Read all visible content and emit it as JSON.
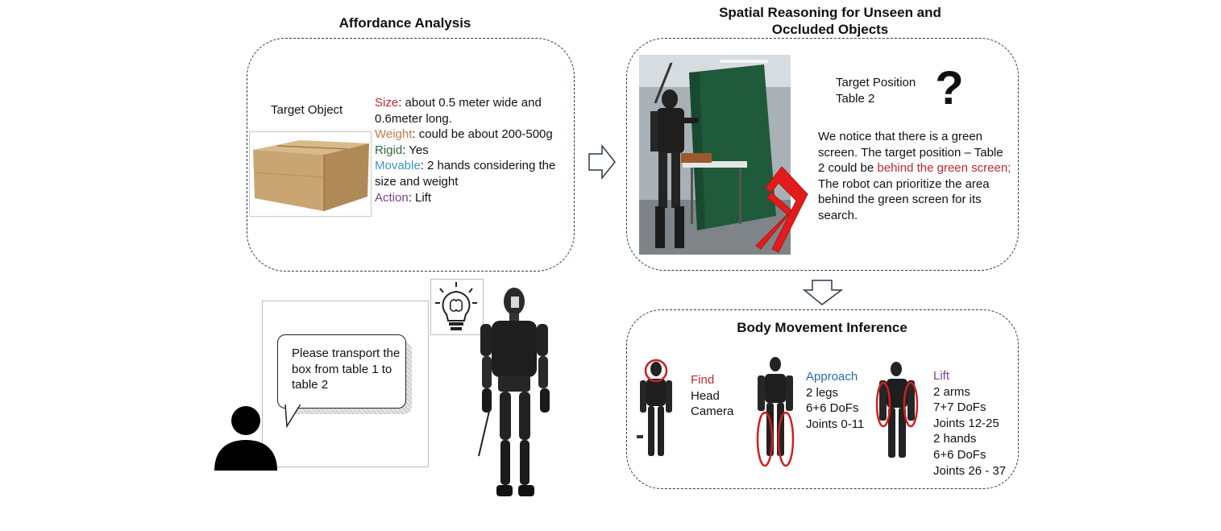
{
  "affordance": {
    "title": "Affordance Analysis",
    "target_object_label": "Target Object",
    "size_key": "Size",
    "size_text": ": about 0.5 meter wide and 0.6meter long.",
    "weight_key": "Weight",
    "weight_text": ": could be about 200-500g",
    "rigid_key": "Rigid",
    "rigid_text": ": Yes",
    "movable_key": "Movable",
    "movable_text": ": 2 hands considering the size and weight",
    "action_key": "Action",
    "action_text": ": Lift"
  },
  "spatial": {
    "title_line1": "Spatial Reasoning for Unseen and",
    "title_line2": "Occluded Objects",
    "target_position_line1": "Target Position",
    "target_position_line2": "Table 2",
    "question_mark": "?",
    "reasoning_before": "We notice that there is a green screen. The target position – Table 2  could be ",
    "reasoning_highlight": "behind the green screen;",
    "reasoning_after": " The robot can prioritize the area behind the green screen for its search."
  },
  "instruction": {
    "text": "Please transport the box from table 1 to table 2"
  },
  "body_movement": {
    "title": "Body Movement Inference",
    "find": {
      "label": "Find",
      "lines": [
        "Head",
        "Camera"
      ]
    },
    "approach": {
      "label": "Approach",
      "lines": [
        "2 legs",
        "6+6 DoFs",
        "Joints 0-11"
      ]
    },
    "lift": {
      "label": "Lift",
      "lines": [
        "2 arms",
        "7+7 DoFs",
        "Joints 12-25",
        "2 hands",
        "6+6 DoFs",
        "Joints 26 - 37"
      ]
    }
  },
  "colors": {
    "size": "#c0282d",
    "weight": "#c87a45",
    "rigid": "#2f6b3a",
    "movable": "#3d95c0",
    "action": "#7a3e82",
    "highlight_red": "#c0282d",
    "approach": "#2c6aa6",
    "lift": "#7a3fa0",
    "panel_border": "#2b3a4a",
    "green_screen": "#1f5a3a",
    "box": "#c8a572"
  },
  "icons": [
    "lightbulb-brain-icon",
    "person-icon",
    "question-mark-icon",
    "right-arrow-icon",
    "down-arrow-icon",
    "red-bent-arrow-icon"
  ]
}
